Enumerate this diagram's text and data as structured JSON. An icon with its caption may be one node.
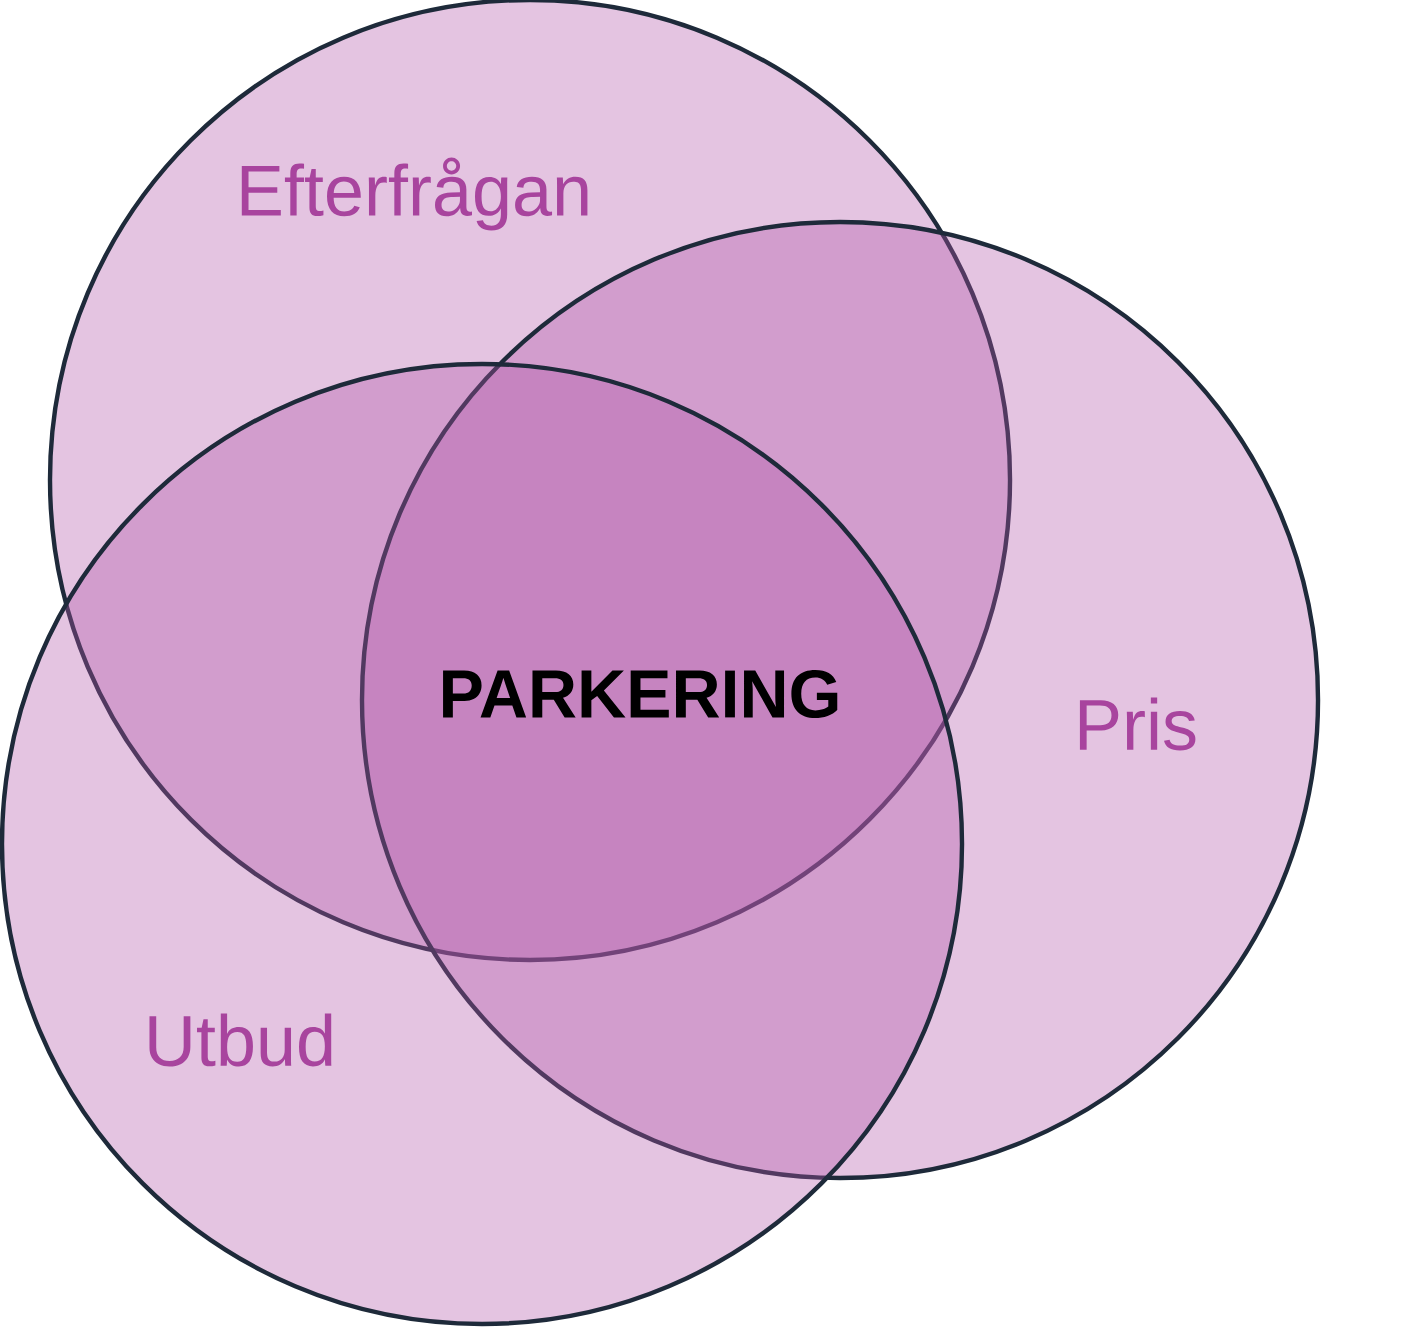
{
  "diagram": {
    "nodes": [
      {
        "text": [
          "Efterfrågan"
        ]
      },
      {
        "text": [
          "Pris"
        ]
      },
      {
        "text": [
          "Utbud"
        ]
      }
    ],
    "labels": [
      "PARKERING"
    ]
  }
}
